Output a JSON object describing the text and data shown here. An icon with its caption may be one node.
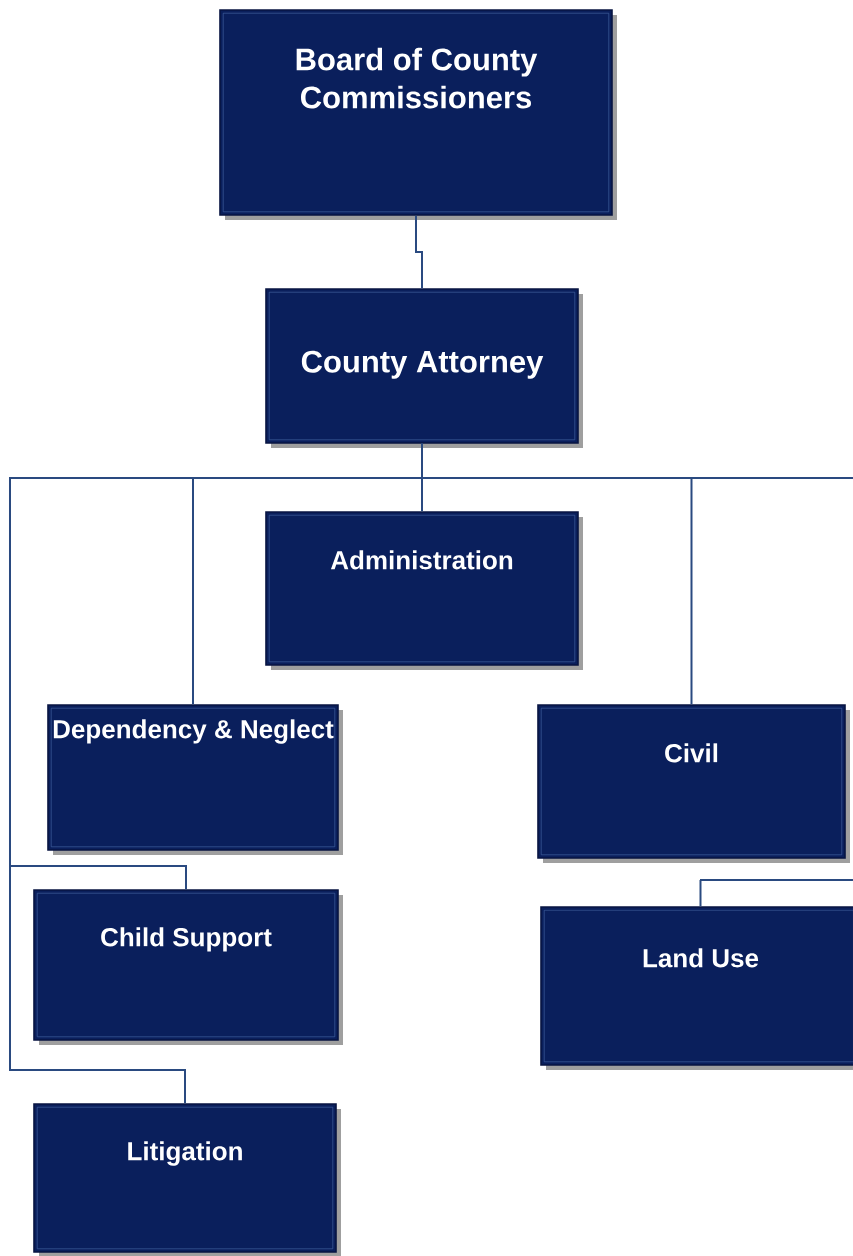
{
  "diagram": {
    "nodes": [
      {
        "text": [
          "Board of County Commissioners"
        ]
      },
      {
        "text": [
          "County Attorney"
        ]
      },
      {
        "text": [
          "Administration"
        ]
      },
      {
        "text": [
          "Dependency & Neglect"
        ]
      },
      {
        "text": [
          "Civil"
        ]
      },
      {
        "text": [
          "Child Support"
        ]
      },
      {
        "text": [
          "Land Use"
        ]
      },
      {
        "text": [
          "Litigation"
        ]
      }
    ],
    "edges": [
      {
        "from": 0,
        "to": 1,
        "arrow": "none"
      },
      {
        "from": 1,
        "to": 2,
        "arrow": "none"
      },
      {
        "from": 1,
        "to": 3,
        "arrow": "none"
      },
      {
        "from": 1,
        "to": 4,
        "arrow": "none"
      },
      {
        "from": 1,
        "to": 5,
        "arrow": "none"
      },
      {
        "from": 1,
        "to": 7,
        "arrow": "none"
      },
      {
        "from": 1,
        "to": null,
        "arrow": "none"
      },
      {
        "from": null,
        "to": 6,
        "arrow": "none"
      }
    ]
  }
}
